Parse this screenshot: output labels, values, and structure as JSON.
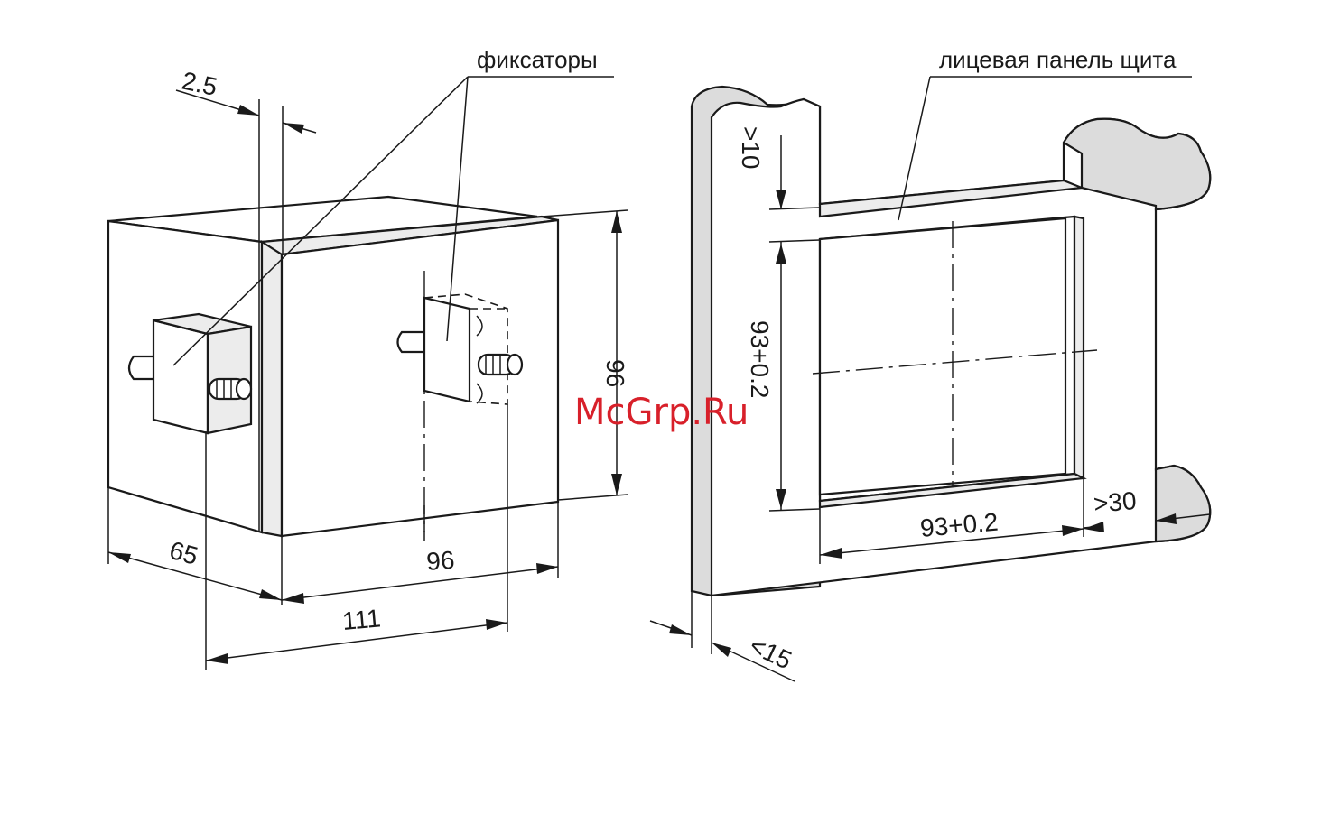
{
  "labels": {
    "latches": "фиксаторы",
    "front_panel": "лицевая панель щита"
  },
  "dimensions": {
    "d_2_5": "2.5",
    "d_96_height": "96",
    "d_96_width": "96",
    "d_65": "65",
    "d_111": "111",
    "d_gt_10": ">10",
    "d_93_v": "93+0.2",
    "d_93_h": "93+0.2",
    "d_gt_30": ">30",
    "d_lt_15": "<15"
  },
  "watermark": "McGrp.Ru",
  "colors": {
    "ink": "#1a1a1a",
    "watermark": "#d8202a",
    "background": "#ffffff"
  }
}
